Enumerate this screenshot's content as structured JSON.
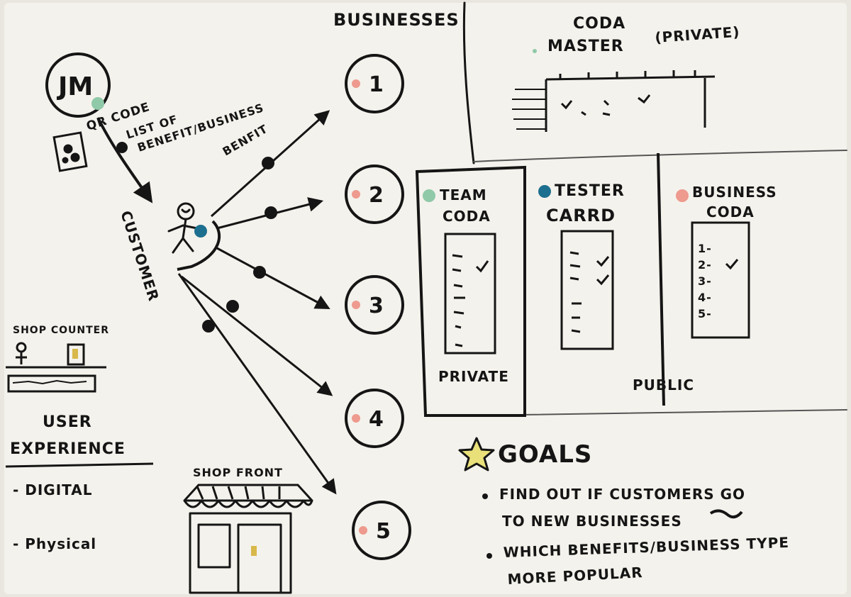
{
  "colors": {
    "paper": "#f4f2ec",
    "ink": "#151515",
    "green_dot": "#8fc9a8",
    "teal_dot": "#1d6f8f",
    "pink_dot": "#ee9a8e",
    "star": "#e9e07a"
  },
  "businesses": {
    "heading": "BUSINESSES",
    "items": [
      "1",
      "2",
      "3",
      "4",
      "5"
    ]
  },
  "source": {
    "label": "JM",
    "qr_label": "QR CODE",
    "list_label_line1": "LIST OF",
    "list_label_line2": "BENEFIT/BUSINESS"
  },
  "customer": {
    "label": "CUSTOMER",
    "benefit_label": "BENFIT"
  },
  "shop_counter": {
    "label": "SHOP COUNTER"
  },
  "shop_front": {
    "label": "SHOP FRONT"
  },
  "user_experience": {
    "title_line1": "USER",
    "title_line2": "EXPERIENCE",
    "items": [
      "- DIGITAL",
      "- Physical"
    ]
  },
  "coda_master": {
    "line1": "CODA",
    "line2": "MASTER",
    "note": "(PRIVATE)"
  },
  "panels": {
    "team": {
      "line1": "TEAM",
      "line2": "CODA",
      "footer": "PRIVATE"
    },
    "tester": {
      "line1": "TESTER",
      "line2": "CARRD"
    },
    "business": {
      "line1": "BUSINESS",
      "line2": "CODA",
      "rows": [
        "1-",
        "2-",
        "3-",
        "4-",
        "5-"
      ]
    },
    "public_label": "PUBLIC"
  },
  "goals": {
    "title": "GOALS",
    "items": [
      {
        "line1": "FIND OUT IF CUSTOMERS GO",
        "line2": "TO NEW BUSINESSES"
      },
      {
        "line1": "WHICH BENEFITS/BUSINESS TYPE",
        "line2": "MORE POPULAR"
      }
    ]
  }
}
